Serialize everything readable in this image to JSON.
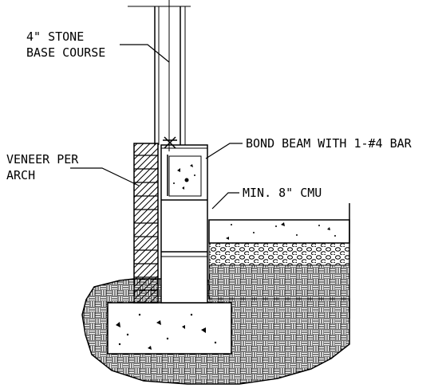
{
  "labels": {
    "stone_base_line1": "4\" STONE",
    "stone_base_line2": "BASE COURSE",
    "veneer_line1": "VENEER PER",
    "veneer_line2": "ARCH",
    "bond_beam": "BOND BEAM WITH 1-#4 BAR",
    "cmu": "MIN. 8\" CMU"
  },
  "colors": {
    "ink": "#000000",
    "paper": "#ffffff"
  }
}
